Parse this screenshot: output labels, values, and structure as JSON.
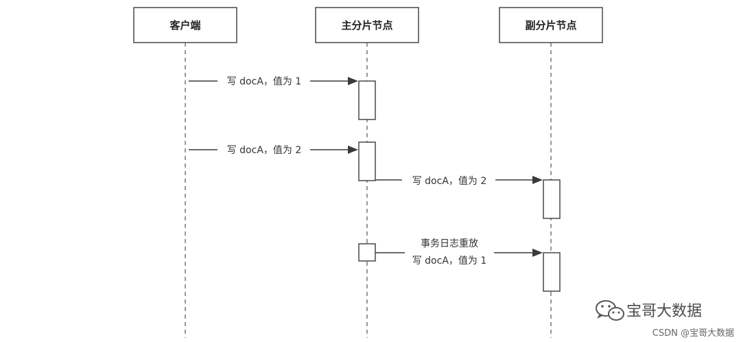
{
  "actors": [
    {
      "label": "客户端"
    },
    {
      "label": "主分片节点"
    },
    {
      "label": "副分片节点"
    }
  ],
  "messages": [
    {
      "label": "写 docA，值为 1"
    },
    {
      "label": "写 docA，值为 2"
    },
    {
      "label": "写 docA，值为 2"
    },
    {
      "line1": "事务日志重放",
      "line2": "写 docA，值为 1"
    }
  ],
  "watermark": {
    "text": "宝哥大数据",
    "icon": "wechat-icon"
  },
  "credit": "CSDN @宝哥大数据"
}
